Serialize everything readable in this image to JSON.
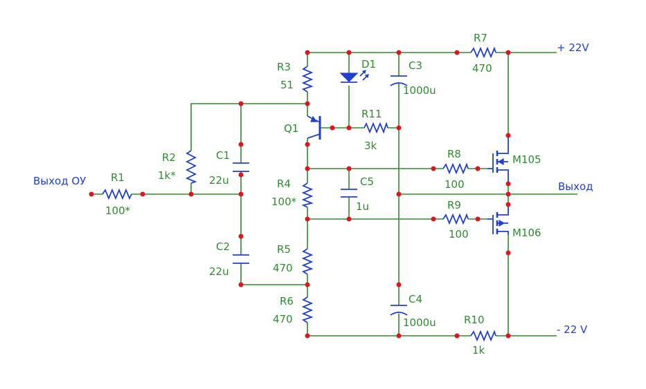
{
  "io": {
    "input": "Выход ОУ",
    "output": "Выход",
    "vpos": "+ 22V",
    "vneg": "- 22 V"
  },
  "components": {
    "R1": {
      "ref": "R1",
      "value": "100*"
    },
    "R2": {
      "ref": "R2",
      "value": "1k*"
    },
    "R3": {
      "ref": "R3",
      "value": "51"
    },
    "R4": {
      "ref": "R4",
      "value": "100*"
    },
    "R5": {
      "ref": "R5",
      "value": "470"
    },
    "R6": {
      "ref": "R6",
      "value": "470"
    },
    "R7": {
      "ref": "R7",
      "value": "470"
    },
    "R8": {
      "ref": "R8",
      "value": "100"
    },
    "R9": {
      "ref": "R9",
      "value": "100"
    },
    "R10": {
      "ref": "R10",
      "value": "1k"
    },
    "R11": {
      "ref": "R11",
      "value": "3k"
    },
    "C1": {
      "ref": "C1",
      "value": "22u"
    },
    "C2": {
      "ref": "C2",
      "value": "22u"
    },
    "C3": {
      "ref": "C3",
      "value": "1000u"
    },
    "C4": {
      "ref": "C4",
      "value": "1000u"
    },
    "C5": {
      "ref": "C5",
      "value": "1u"
    },
    "D1": {
      "ref": "D1"
    },
    "Q1": {
      "ref": "Q1"
    },
    "M105": {
      "ref": "M105"
    },
    "M106": {
      "ref": "M106"
    }
  },
  "colors": {
    "wire": "#2e8b2e",
    "component": "#1f3fcf",
    "node": "#e0141c",
    "label": "#2e8b2e",
    "io_label": "#1f3fcf"
  }
}
